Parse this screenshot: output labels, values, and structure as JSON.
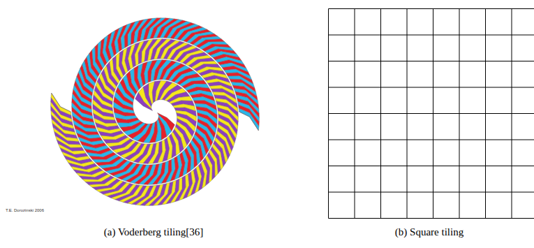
{
  "diagram": {
    "labels": [
      "T.E. Dorozinski 2006",
      "(a) Voderberg tiling[36]",
      "(b) Square tiling"
    ]
  }
}
